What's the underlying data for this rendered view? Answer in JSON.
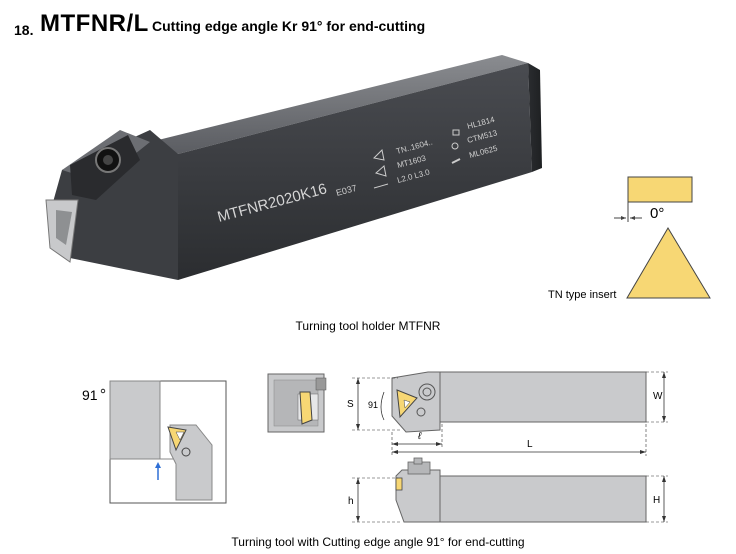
{
  "header": {
    "number": "18.",
    "model": "MTFNR/L",
    "subtitle": "Cutting edge angle Kr 91° for end-cutting"
  },
  "photo": {
    "body_text": "MTFNR2020K16",
    "small_code": "E037",
    "spec_lines": [
      "TN..1604..",
      "MT1603",
      "L2.0 L3.0"
    ],
    "part_lines": [
      "HL1814",
      "CTM513",
      "ML0625"
    ]
  },
  "insert": {
    "label": "TN type insert",
    "angle": "0°",
    "color": "#f7d774"
  },
  "caption_top": "Turning tool holder MTFNR",
  "caption_bottom": "Turning tool with Cutting edge angle 91° for end-cutting",
  "diagram": {
    "angle_left": "91",
    "angle_top": "91",
    "dim_s": "S",
    "dim_w": "W",
    "dim_l_small": "ℓ",
    "dim_l": "L",
    "dim_h_small": "h",
    "dim_h": "H"
  }
}
